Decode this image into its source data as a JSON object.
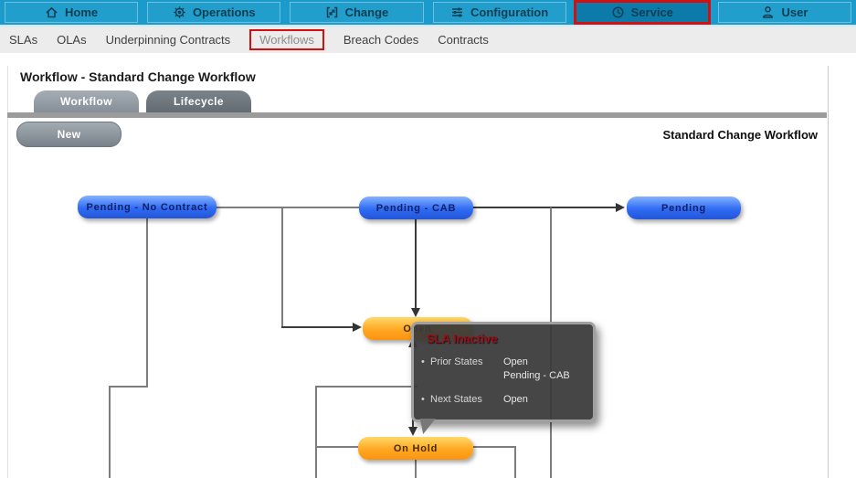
{
  "nav": {
    "items": [
      {
        "label": "Home"
      },
      {
        "label": "Operations"
      },
      {
        "label": "Change"
      },
      {
        "label": "Configuration"
      },
      {
        "label": "Service",
        "selected": true
      },
      {
        "label": "User"
      }
    ]
  },
  "subnav": {
    "items": [
      {
        "label": "SLAs"
      },
      {
        "label": "OLAs"
      },
      {
        "label": "Underpinning Contracts"
      },
      {
        "label": "Workflows",
        "highlighted": true
      },
      {
        "label": "Breach Codes"
      },
      {
        "label": "Contracts"
      }
    ]
  },
  "page": {
    "title": "Workflow - Standard Change Workflow",
    "workflow_name": "Standard Change Workflow"
  },
  "tabs": [
    {
      "label": "Workflow",
      "active": true
    },
    {
      "label": "Lifecycle",
      "active": false
    }
  ],
  "toolbar": {
    "new_label": "New"
  },
  "diagram": {
    "nodes": [
      {
        "label": "Pending - No Contract",
        "kind": "blue"
      },
      {
        "label": "Pending - CAB",
        "kind": "blue"
      },
      {
        "label": "Pending",
        "kind": "blue"
      },
      {
        "label": "Open",
        "kind": "orange"
      },
      {
        "label": "On Hold",
        "kind": "orange"
      }
    ],
    "tooltip": {
      "title": "SLA Inactive",
      "rows": [
        {
          "label": "Prior States",
          "values": [
            "Open",
            "Pending - CAB"
          ]
        },
        {
          "label": "Next States",
          "values": [
            "Open"
          ]
        }
      ]
    }
  },
  "colors": {
    "nav_teal": "#1a9bcb",
    "nav_selected": "#0d7ba9",
    "highlight_red": "#d40f0f",
    "node_blue": "#2f6cf5",
    "node_orange": "#ffa722",
    "tooltip_bg": "#3a3a3a",
    "tooltip_title_red": "#9c0d15",
    "connector_gray": "#7d7d7d"
  }
}
